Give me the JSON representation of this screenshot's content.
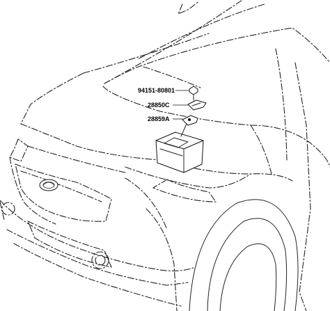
{
  "callouts": [
    {
      "part_number": "94151-80801"
    },
    {
      "part_number": "28850C"
    },
    {
      "part_number": "28859A"
    }
  ],
  "emblem_icon": "vehicle-emblem-icon"
}
